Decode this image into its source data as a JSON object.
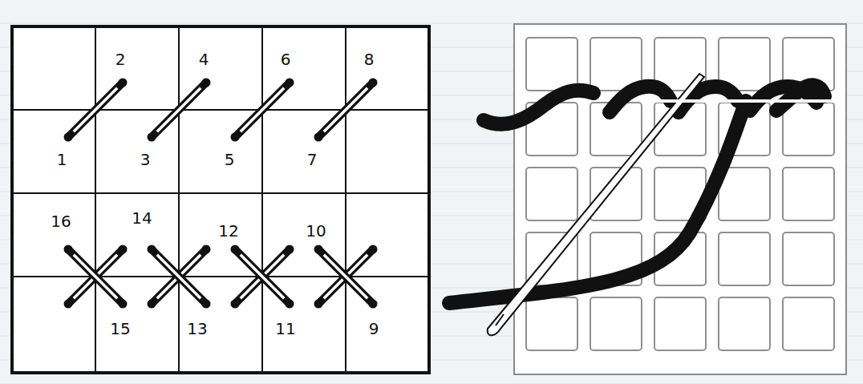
{
  "diagram": {
    "labels": [
      "2",
      "4",
      "6",
      "8",
      "1",
      "3",
      "5",
      "7",
      "16",
      "14",
      "12",
      "10",
      "15",
      "13",
      "11",
      "9"
    ]
  }
}
